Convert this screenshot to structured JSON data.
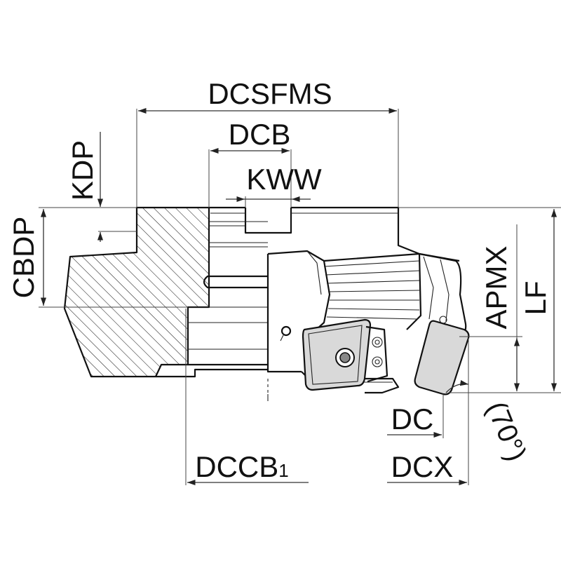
{
  "labels": {
    "dcsfms": "DCSFMS",
    "dcb": "DCB",
    "kww": "KWW",
    "kdp": "KDP",
    "cbdp": "CBDP",
    "apmx": "APMX",
    "lf": "LF",
    "dc": "DC",
    "dcx": "DCX",
    "dccb_main": "DCCB",
    "dccb_sub": "1",
    "angle": "(70°)"
  },
  "colors": {
    "line": "#111111",
    "insert_fill": "#d9d9d9",
    "hatch": "#222222"
  }
}
